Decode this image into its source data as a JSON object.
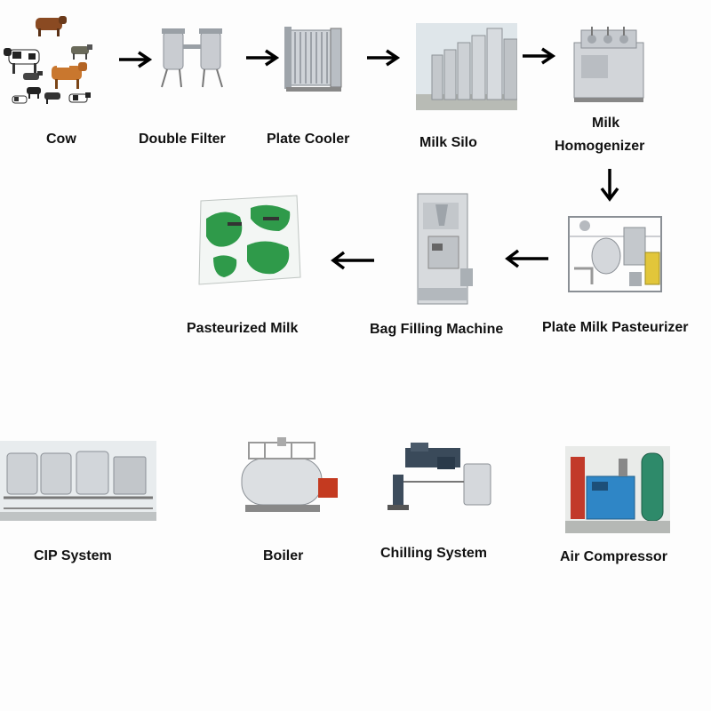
{
  "process_flow": [
    {
      "id": "cow",
      "label": "Cow",
      "icon": "cows-icon"
    },
    {
      "id": "double_filter",
      "label": "Double Filter",
      "icon": "double-filter-icon"
    },
    {
      "id": "plate_cooler",
      "label": "Plate Cooler",
      "icon": "plate-cooler-icon"
    },
    {
      "id": "milk_silo",
      "label": "Milk Silo",
      "icon": "milk-silo-icon"
    },
    {
      "id": "homogenizer",
      "label_line1": "Milk",
      "label_line2": "Homogenizer",
      "icon": "homogenizer-icon"
    },
    {
      "id": "pasteurizer",
      "label": "Plate Milk Pasteurizer",
      "icon": "pasteurizer-icon"
    },
    {
      "id": "bag_filling",
      "label": "Bag Filling Machine",
      "icon": "bag-filling-machine-icon"
    },
    {
      "id": "pasteurized_milk",
      "label": "Pasteurized Milk",
      "icon": "milk-bag-icon"
    }
  ],
  "utilities": [
    {
      "id": "cip",
      "label": "CIP System",
      "icon": "cip-system-icon"
    },
    {
      "id": "boiler",
      "label": "Boiler",
      "icon": "boiler-icon"
    },
    {
      "id": "chilling",
      "label": "Chilling System",
      "icon": "chilling-system-icon"
    },
    {
      "id": "air",
      "label": "Air Compressor",
      "icon": "air-compressor-icon"
    }
  ]
}
